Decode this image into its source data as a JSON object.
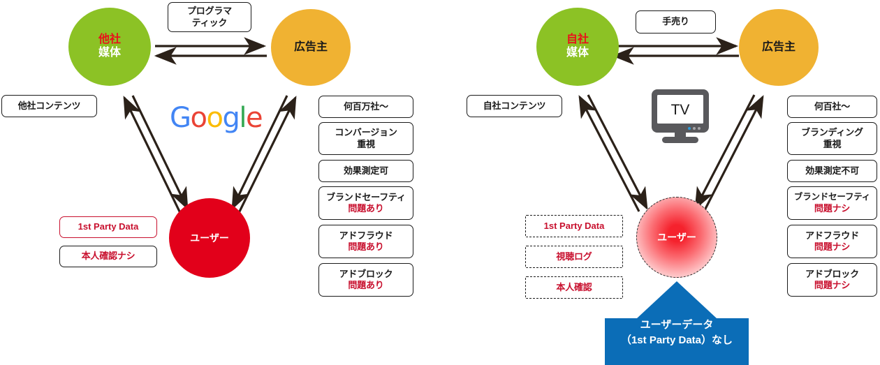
{
  "meta": {
    "colors": {
      "media_green": "#8CC225",
      "advertiser_orange": "#F0B232",
      "user_red": "#E2001A",
      "accent_red_text": "#C8102E",
      "callout_blue": "#0B6DB7",
      "tv_gray": "#59595C",
      "google_blue": "#4285F4",
      "google_red": "#EA4335",
      "google_yellow": "#FBBC05",
      "google_green": "#34A853"
    }
  },
  "left_panel": {
    "name": "third-party-media-model",
    "media_circle": {
      "line1": "他社",
      "line2": "媒体"
    },
    "advertiser_circle": {
      "line1": "広告主"
    },
    "user_circle": {
      "label": "ユーザー"
    },
    "channel_label": {
      "line1": "プログラマ",
      "line2": "ティック"
    },
    "platform_logo": {
      "name": "Google",
      "letters": [
        "G",
        "o",
        "o",
        "g",
        "l",
        "e"
      ]
    },
    "content_box": {
      "label": "他社コンテンツ"
    },
    "user_data_boxes": [
      {
        "label": "1st Party Data",
        "style": "red-border"
      },
      {
        "label": "本人確認ナシ",
        "style": "red-text"
      }
    ],
    "advertiser_boxes": [
      {
        "line1": "何百万社〜",
        "line2": ""
      },
      {
        "line1": "コンバージョン",
        "line2": "重視"
      },
      {
        "line1": "効果測定可",
        "line2": ""
      },
      {
        "line1": "ブランドセーフティ",
        "line2": "問題あり"
      },
      {
        "line1": "アドフラウド",
        "line2": "問題あり"
      },
      {
        "line1": "アドブロック",
        "line2": "問題あり"
      }
    ]
  },
  "right_panel": {
    "name": "owned-media-tv-model",
    "media_circle": {
      "line1": "自社",
      "line2": "媒体"
    },
    "advertiser_circle": {
      "line1": "広告主"
    },
    "user_circle": {
      "label": "ユーザー"
    },
    "channel_label": {
      "line1": "手売り",
      "line2": ""
    },
    "platform_icon": {
      "label": "TV",
      "name": "tv-monitor-icon"
    },
    "content_box": {
      "label": "自社コンテンツ"
    },
    "user_data_boxes": [
      {
        "label": "1st Party Data",
        "style": "dashed"
      },
      {
        "label": "視聴ログ",
        "style": "dashed"
      },
      {
        "label": "本人確認",
        "style": "dashed"
      }
    ],
    "advertiser_boxes": [
      {
        "line1": "何百社〜",
        "line2": ""
      },
      {
        "line1": "ブランディング",
        "line2": "重視"
      },
      {
        "line1": "効果測定不可",
        "line2": ""
      },
      {
        "line1": "ブランドセーフティ",
        "line2": "問題ナシ"
      },
      {
        "line1": "アドフラウド",
        "line2": "問題ナシ"
      },
      {
        "line1": "アドブロック",
        "line2": "問題ナシ"
      }
    ],
    "callout": {
      "line1": "ユーザーデータ",
      "line2": "（1st Party Data）なし"
    }
  }
}
